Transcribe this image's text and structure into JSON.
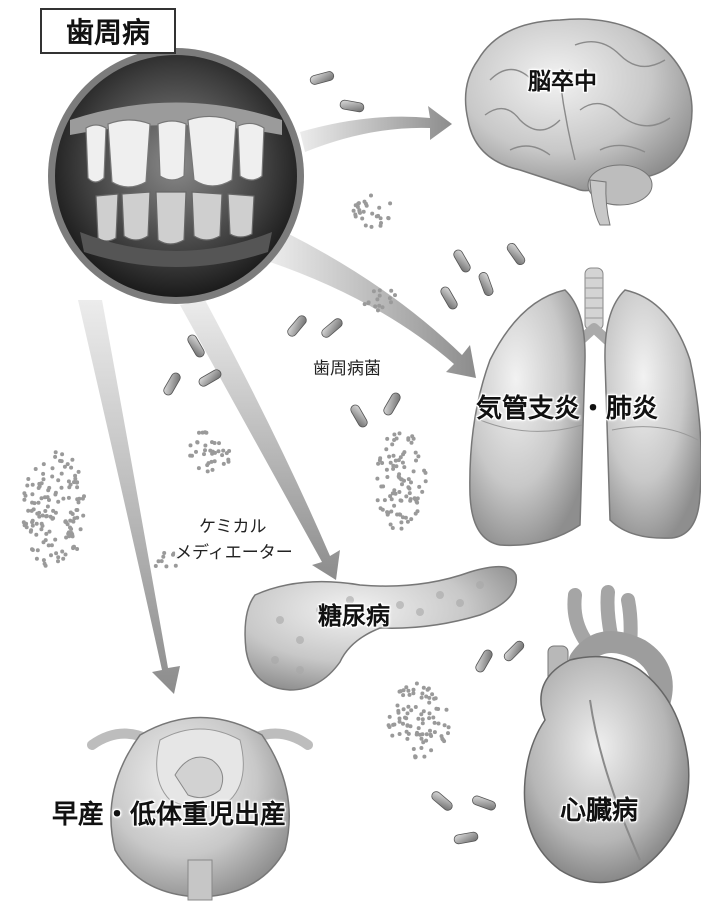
{
  "title": "歯周病",
  "labels": {
    "stroke": "脳卒中",
    "bronchitis": "気管支炎・肺炎",
    "diabetes": "糖尿病",
    "heart": "心臓病",
    "preterm": "早産・低体重児出産",
    "bacteria": "歯周病菌",
    "mediator_line1": "ケミカル",
    "mediator_line2": "メディエーター"
  },
  "colors": {
    "arrow": "#9a9a9a",
    "organ": "#c9c9c9",
    "bacterium": "#8a8a8a",
    "text": "#111111"
  },
  "icons": [
    "teeth-photo",
    "brain-icon",
    "lungs-icon",
    "pancreas-icon",
    "heart-icon",
    "fetus-uterus-icon",
    "bacterium-icon",
    "mediator-dots"
  ]
}
